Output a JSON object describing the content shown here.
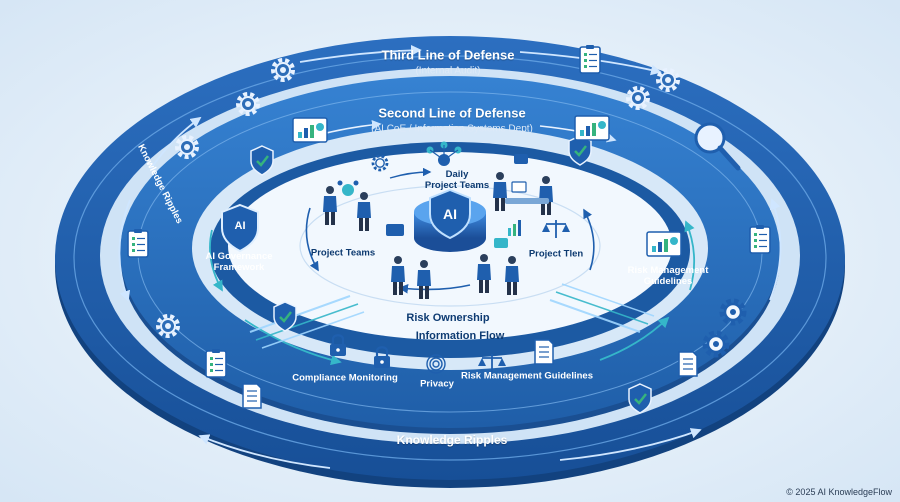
{
  "rings": {
    "outer_title": "Third Line of Defense",
    "outer_subtitle": "(Internal Audit)",
    "middle_title": "Second Line of Defense",
    "middle_subtitle": "(AI CoE / Information Systems Dept)",
    "outer_bottom": "Knowledge Ripples",
    "outer_left": "Knowledge Ripples"
  },
  "center": {
    "core_label": "AI",
    "project_teams_left": "Project Teams",
    "daily_teams": "Daily\nProject Teams",
    "project_teams_right": "Project Tlen",
    "risk_ownership": "Risk Ownership",
    "information_flow": "Information Flow"
  },
  "middle": {
    "shield_label": "AI",
    "governance": "AI Governance\nFramework",
    "risk_guidelines_right": "Risk Management\nGuidelines",
    "compliance": "Compliance Monitoring",
    "privacy": "Privacy",
    "risk_guidelines_bottom": "Risk Management Guidelines"
  },
  "footer": {
    "copyright": "© 2025 AI KnowledgeFlow"
  },
  "colors": {
    "ring_outer": "#1f5fae",
    "ring_middle": "#2a72c2",
    "band": "#cfe3f6",
    "inner_disc": "#f2f8fe",
    "accent_green": "#36b37e",
    "accent_teal": "#35b6c9"
  },
  "icons": [
    "gear-icon",
    "clipboard-icon",
    "document-icon",
    "shield-icon",
    "lock-icon",
    "fingerprint-icon",
    "scales-icon",
    "magnifier-icon",
    "chart-icon",
    "network-icon",
    "chat-icon",
    "person-icon"
  ]
}
